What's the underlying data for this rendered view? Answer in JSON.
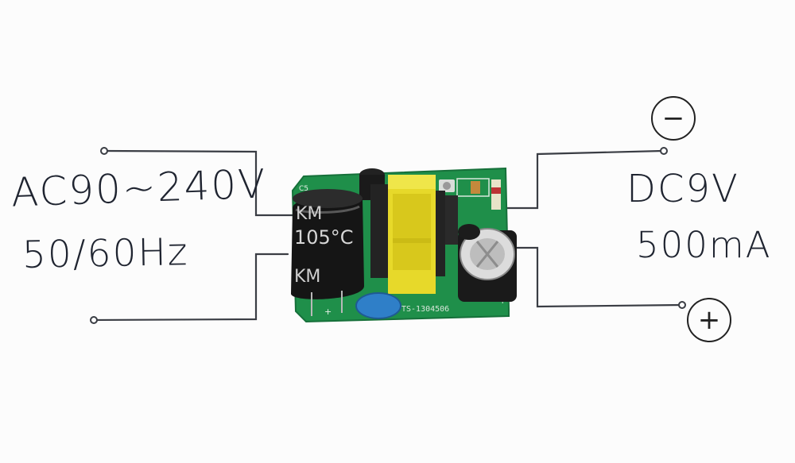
{
  "input": {
    "voltage_label": "AC90~240V",
    "frequency_label": "50/60Hz"
  },
  "output": {
    "voltage_label": "DC9V",
    "current_label": "500mA",
    "negative_symbol": "−",
    "positive_symbol": "+"
  },
  "board": {
    "silkscreen_ref": "C5",
    "capacitor_marking": "KM",
    "capacitor_temp": "105°C",
    "pcb_code": "TS-1304506"
  },
  "colors": {
    "pcb": "#1f8f4a",
    "transformer": "#e7d92a",
    "capacitor": "#1b1b1b",
    "x_capacitor": "#2f7fc8",
    "ink": "#1f2430"
  }
}
